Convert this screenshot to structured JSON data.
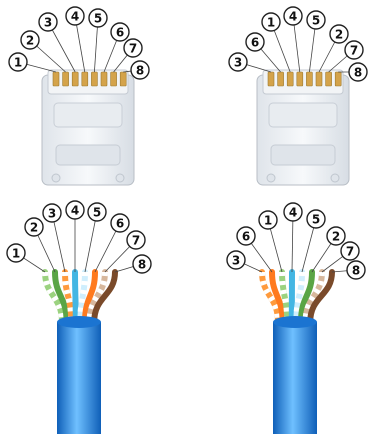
{
  "diagrams": [
    {
      "id": "left",
      "plug_pin_labels": [
        "1",
        "2",
        "3",
        "4",
        "5",
        "6",
        "7",
        "8"
      ],
      "cable_pin_labels": [
        "1",
        "2",
        "3",
        "4",
        "5",
        "6",
        "7",
        "8"
      ],
      "wire_colors": [
        "#9bd27f",
        "#5aa545",
        "#ff9a3c",
        "#43b6e3",
        "#cfeefd",
        "#ff7a1e",
        "#d7b79c",
        "#7a4a2a"
      ],
      "wire_striped": [
        true,
        false,
        true,
        false,
        true,
        false,
        true,
        false
      ]
    },
    {
      "id": "right",
      "plug_pin_labels": [
        "3",
        "6",
        "1",
        "4",
        "5",
        "2",
        "7",
        "8"
      ],
      "cable_pin_labels": [
        "3",
        "6",
        "1",
        "4",
        "5",
        "2",
        "7",
        "8"
      ],
      "wire_colors": [
        "#ff9a3c",
        "#ff7a1e",
        "#9bd27f",
        "#43b6e3",
        "#cfeefd",
        "#5aa545",
        "#d7b79c",
        "#7a4a2a"
      ],
      "wire_striped": [
        true,
        false,
        true,
        false,
        true,
        false,
        true,
        false
      ]
    }
  ],
  "colors": {
    "cable_jacket": "#1f86e6",
    "cable_jacket_light": "#7cc2ff",
    "plug_body": "#eef1f4",
    "plug_outline": "#b8bec6",
    "label_stroke": "#222222"
  }
}
